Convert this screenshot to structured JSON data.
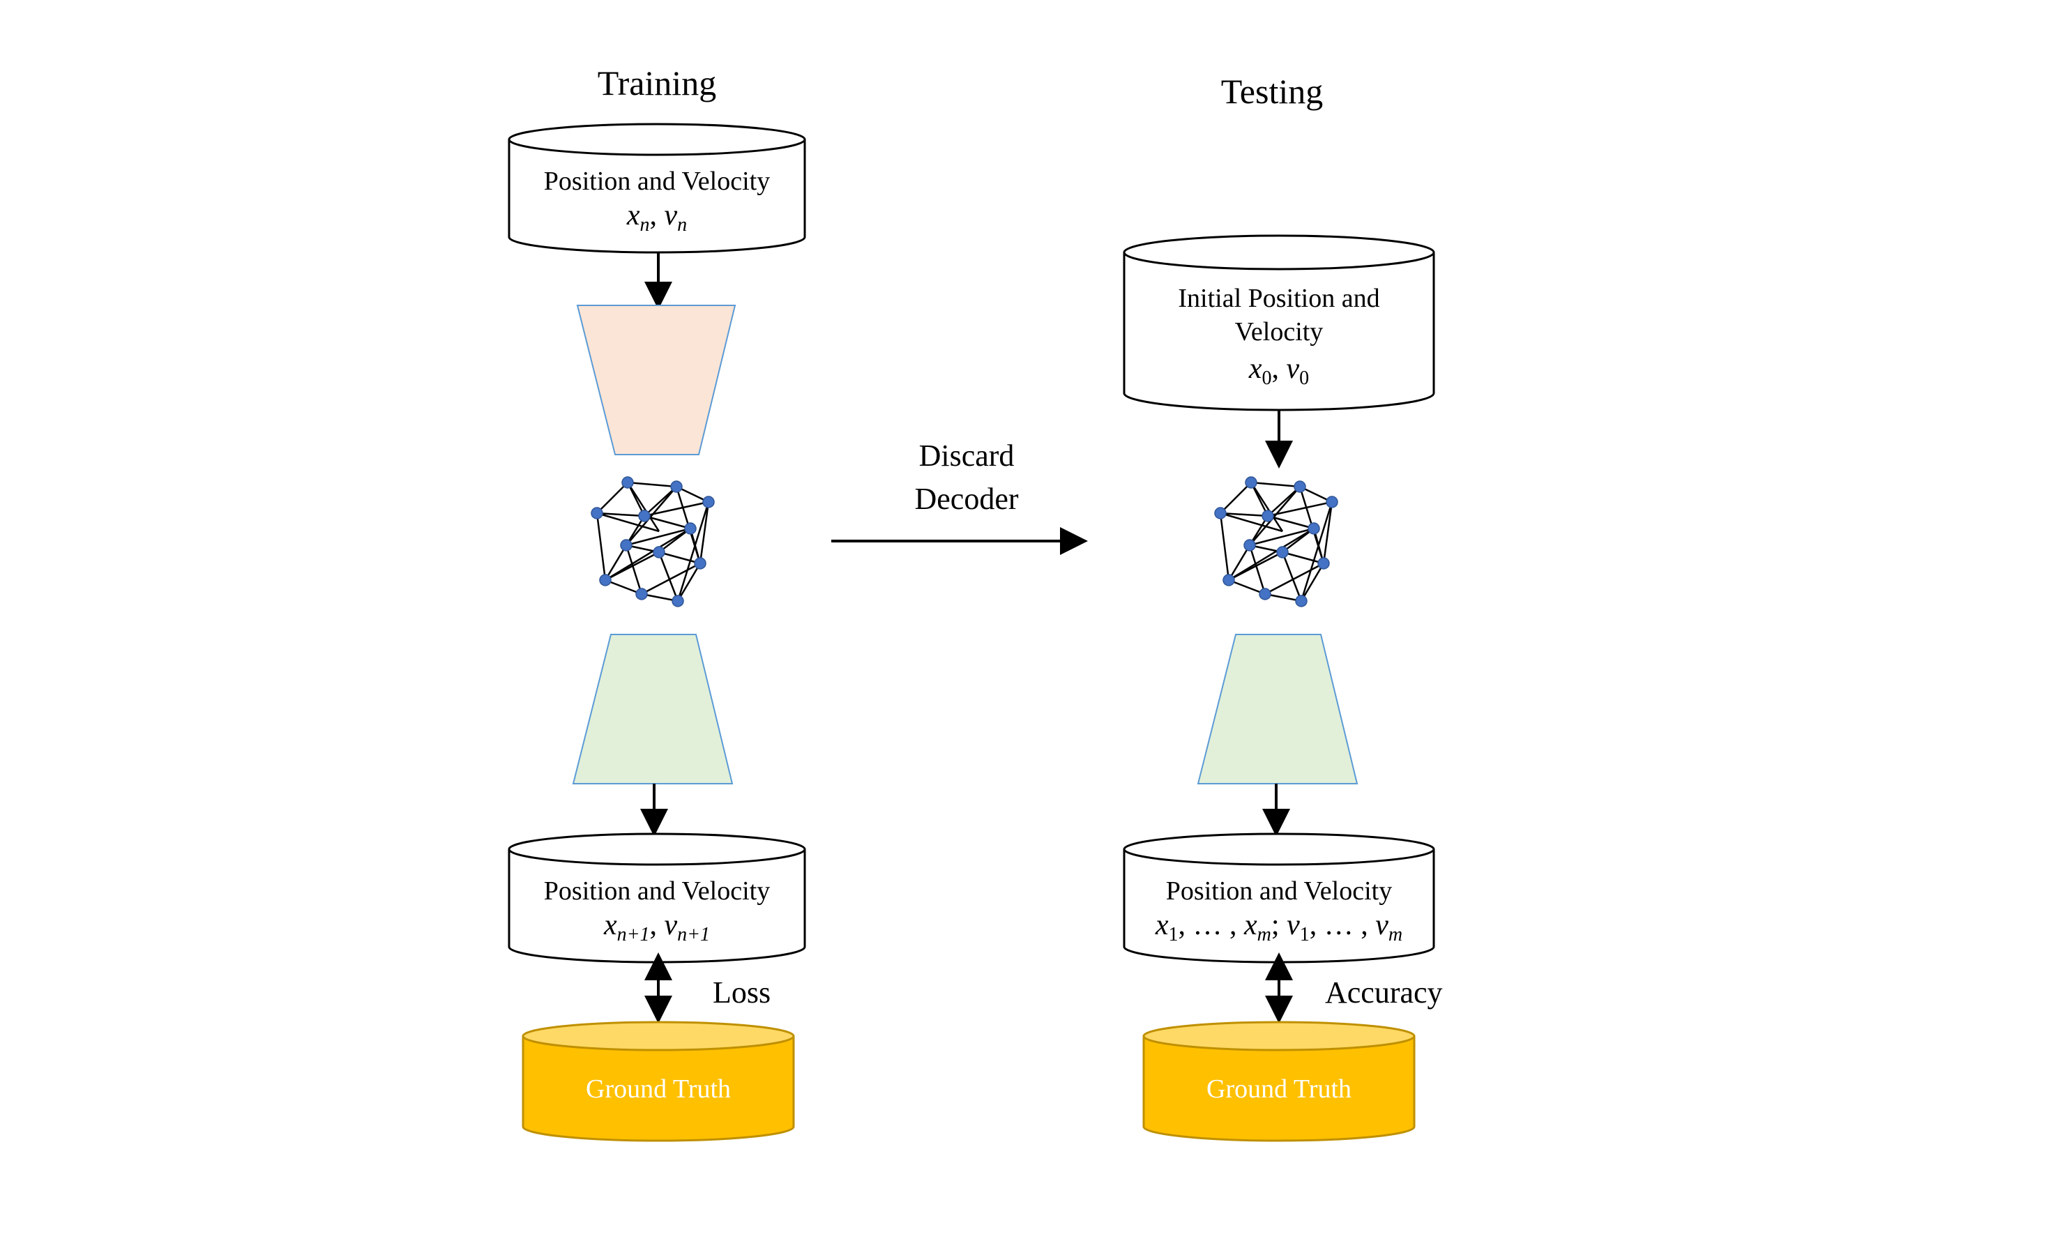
{
  "training": {
    "title": "Training",
    "input_db": {
      "label": "Position and Velocity",
      "formula": [
        "x",
        "n",
        ", ",
        "v",
        "n"
      ]
    },
    "output_db": {
      "label": "Position and Velocity",
      "formula": [
        "x",
        "n+1",
        ", ",
        "v",
        "n+1"
      ]
    },
    "edge_label": "Loss",
    "ground_truth": "Ground Truth"
  },
  "transition": {
    "label_line1": "Discard",
    "label_line2": "Decoder"
  },
  "testing": {
    "title": "Testing",
    "input_db": {
      "label_line1": "Initial Position and",
      "label_line2": "Velocity",
      "formula": [
        "x",
        "0",
        ", ",
        "v",
        "0"
      ]
    },
    "output_db": {
      "label": "Position and Velocity",
      "formula": [
        "x",
        "1",
        ", … , ",
        "x",
        "m",
        "; ",
        "v",
        "1",
        ", … , ",
        "v",
        "m"
      ]
    },
    "edge_label": "Accuracy",
    "ground_truth": "Ground Truth"
  },
  "colors": {
    "encoder_fill": "#fbe5d6",
    "decoder_fill": "#e2f0d9",
    "trapezoid_stroke": "#5b9bd5",
    "node_fill": "#4472c4",
    "ground_truth_fill": "#ffc000",
    "ground_truth_top": "#ffd966"
  },
  "icons": {
    "encoder": "encoder-trapezoid",
    "decoder": "decoder-trapezoid",
    "latent": "graph-network-icon",
    "database": "cylinder-database"
  }
}
